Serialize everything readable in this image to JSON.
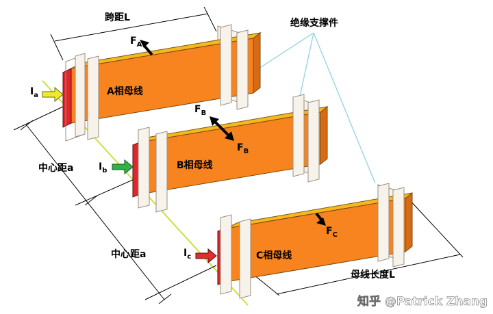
{
  "labels": {
    "span": "跨距L",
    "insulator": "绝缘支撑件",
    "busbar_a": "A相母线",
    "busbar_b": "B相母线",
    "busbar_c": "C相母线",
    "center_dist_1": "中心距a",
    "center_dist_2": "中心距a",
    "bus_length": "母线长度L"
  },
  "currents": {
    "a": {
      "base": "I",
      "sub": "a",
      "color": "#f0ea2a"
    },
    "b": {
      "base": "I",
      "sub": "b",
      "color": "#33b04a"
    },
    "c": {
      "base": "I",
      "sub": "c",
      "color": "#e12d2d"
    }
  },
  "forces": {
    "fa": {
      "base": "F",
      "sub": "A"
    },
    "fb_up": {
      "base": "F",
      "sub": "B"
    },
    "fb_down": {
      "base": "F",
      "sub": "B"
    },
    "fc": {
      "base": "F",
      "sub": "C"
    }
  },
  "watermark": "知乎 @Patrick Zhang",
  "colors": {
    "bus_front": "#f7841f",
    "bus_top": "#f6b81e",
    "bus_end": "#e0262b",
    "insulator_fill": "#f7f2ea",
    "insulator_stroke": "#9a8f82",
    "leader_line": "#9fd6e6",
    "center_line": "#c8e23c"
  }
}
